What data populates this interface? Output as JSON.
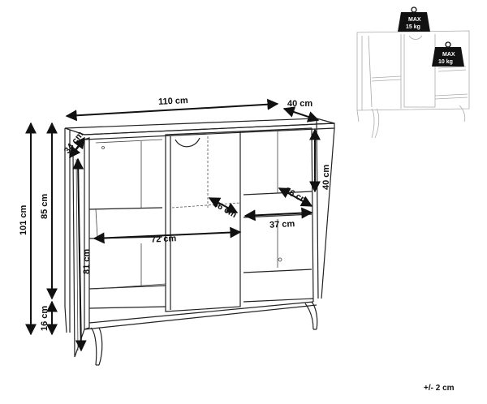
{
  "dimensions": {
    "width_total": "110 cm",
    "depth_total": "40 cm",
    "height_total": "101 cm",
    "height_body": "85 cm",
    "height_legs": "16 cm",
    "depth_side": "34 cm",
    "inner_height": "81 cm",
    "inner_width": "72 cm",
    "inner_depth_left": "36 cm",
    "inner_depth_right": "36 cm",
    "right_width": "37 cm",
    "right_height": "40 cm"
  },
  "tolerance": "+/- 2 cm",
  "weights": {
    "top_max_label": "MAX",
    "top_max_value": "15 kg",
    "shelf_max_label": "MAX",
    "shelf_max_value": "10 kg"
  }
}
